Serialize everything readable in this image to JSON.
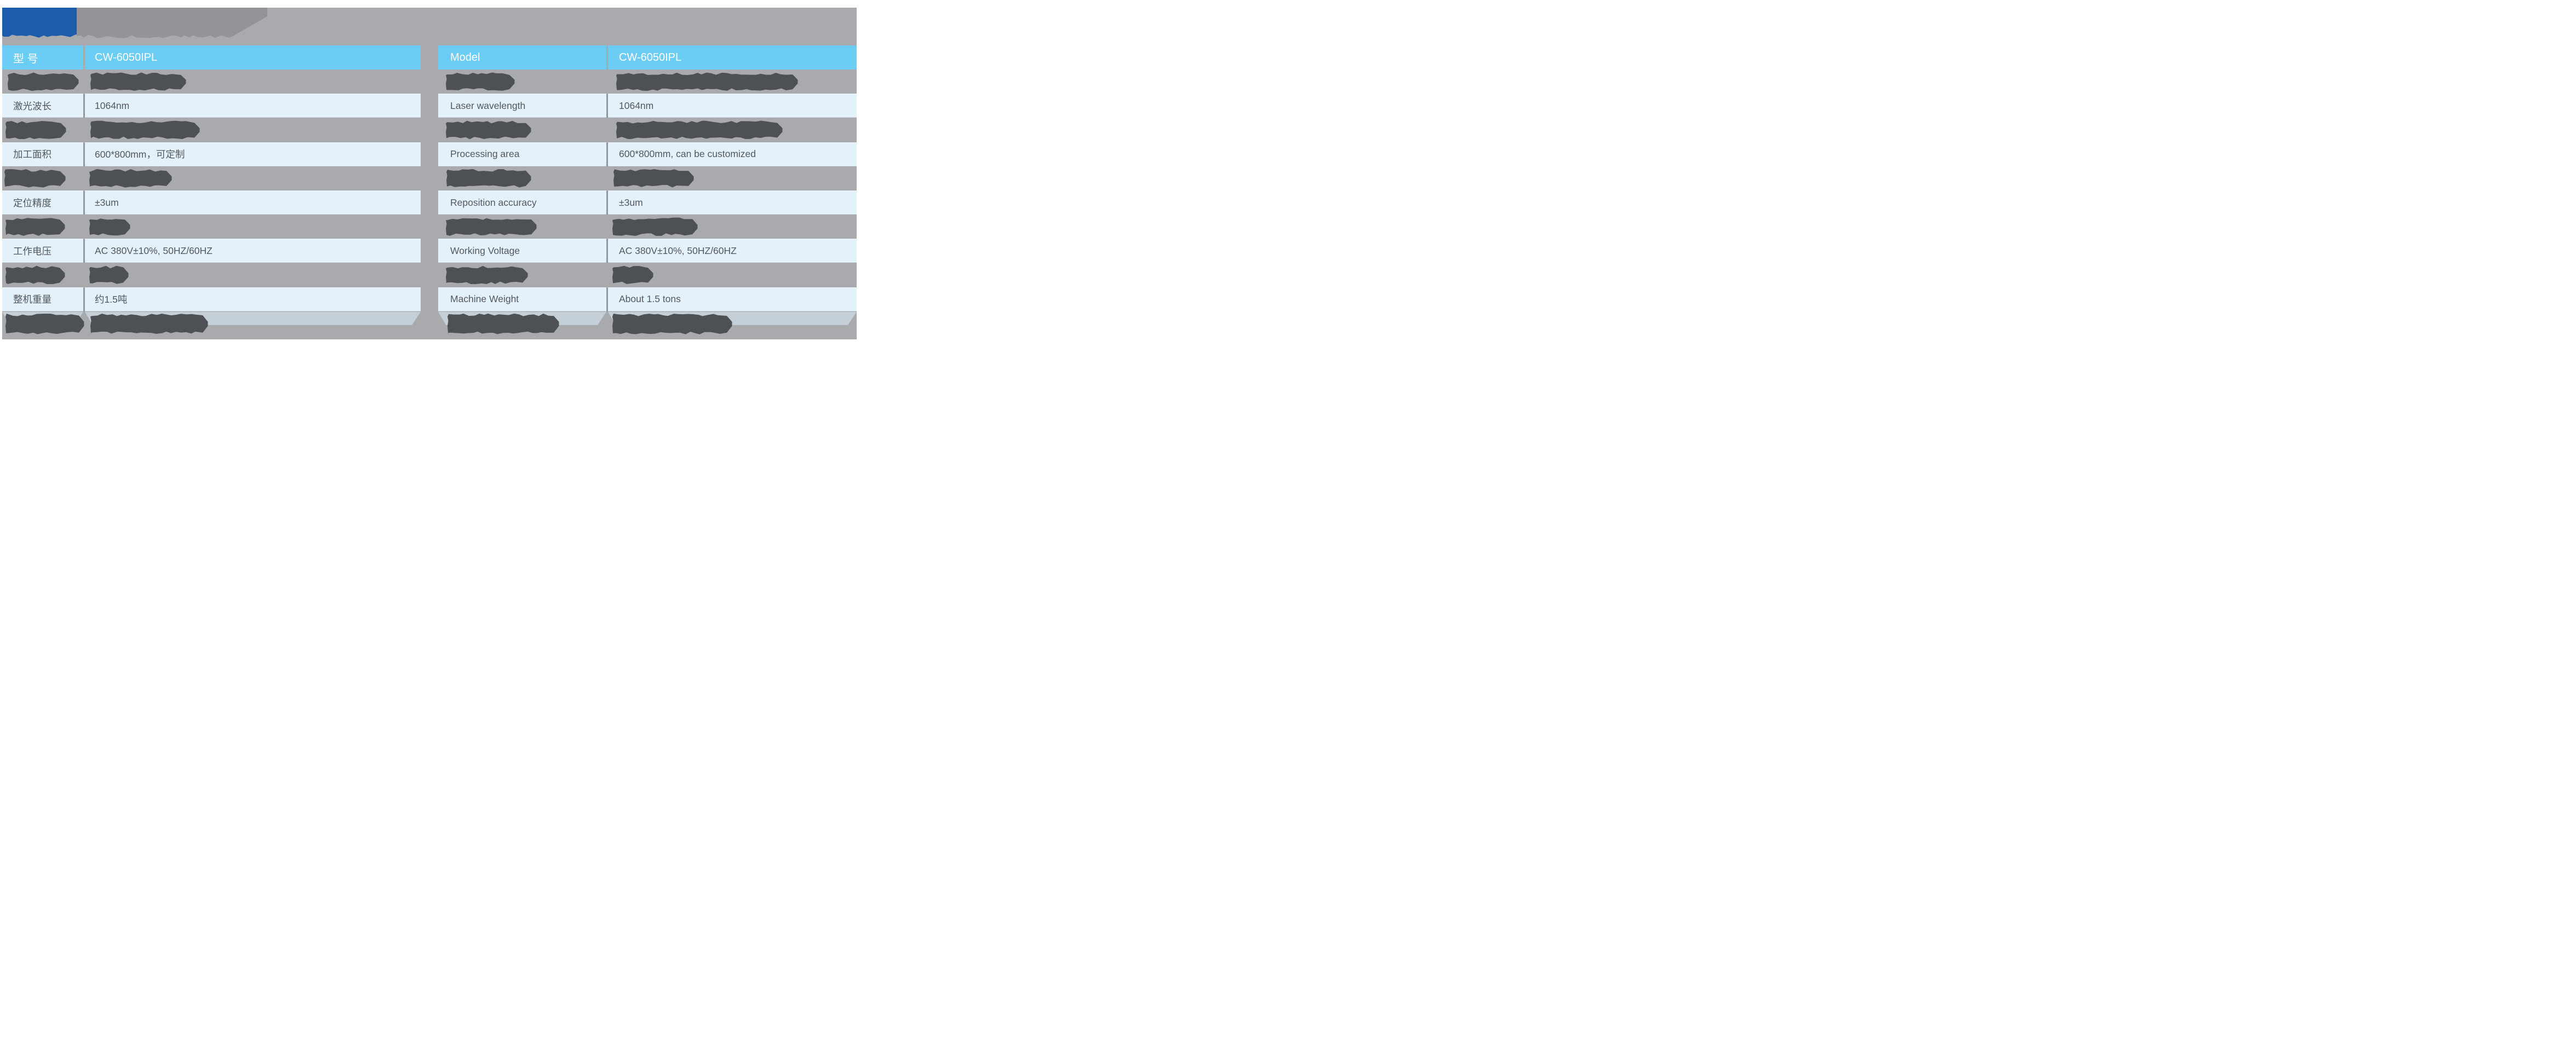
{
  "banner": {
    "redacted": true,
    "brand_logo_redacted": true,
    "title_text_visible": false
  },
  "colors": {
    "page_bg": "#ffffff",
    "panel_bg": "#a9aaae",
    "header_bg": "#6bcdf3",
    "header_text": "#ffffff",
    "row_bg": "#e3f1fa",
    "row_text": "#54575d",
    "divider": "#94979c",
    "redaction_blob": "#4d5054",
    "brand_blue": "#1d5cab",
    "banner_gray": "#939498",
    "last_row_band": "#c4cfd7"
  },
  "tables": [
    {
      "id": "zh",
      "language": "Chinese",
      "header": {
        "col1": "型 号",
        "col2": "CW-6050IPL"
      },
      "rows": [
        {
          "redacted": true
        },
        {
          "label": "激光波长",
          "value": "1064nm"
        },
        {
          "redacted": true
        },
        {
          "label": "加工面积",
          "value": "600*800mm，可定制"
        },
        {
          "redacted": true
        },
        {
          "label": "定位精度",
          "value": "±3um"
        },
        {
          "redacted": true
        },
        {
          "label": "工作电压",
          "value": "AC 380V±10%, 50HZ/60HZ"
        },
        {
          "redacted": true
        },
        {
          "label": "整机重量",
          "value": "约1.5吨"
        },
        {
          "redacted": true
        }
      ]
    },
    {
      "id": "en",
      "language": "English",
      "header": {
        "col1": "Model",
        "col2": "CW-6050IPL"
      },
      "rows": [
        {
          "redacted": true
        },
        {
          "label": "Laser wavelength",
          "value": "1064nm"
        },
        {
          "redacted": true
        },
        {
          "label": "Processing area",
          "value": "600*800mm, can be customized"
        },
        {
          "redacted": true
        },
        {
          "label": "Reposition accuracy",
          "value": "±3um"
        },
        {
          "redacted": true
        },
        {
          "label": "Working Voltage",
          "value": "AC 380V±10%, 50HZ/60HZ"
        },
        {
          "redacted": true
        },
        {
          "label": "Machine Weight",
          "value": "About 1.5 tons"
        },
        {
          "redacted": true
        }
      ]
    }
  ]
}
